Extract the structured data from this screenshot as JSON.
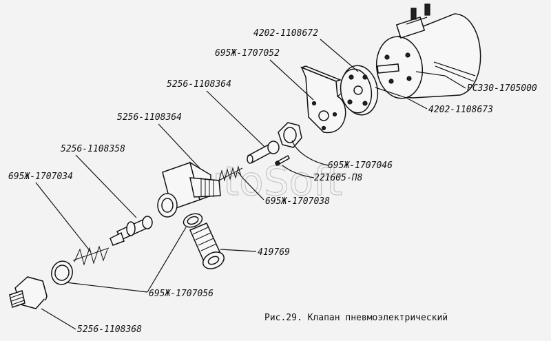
{
  "watermark": "AutoSoft",
  "caption": "Рис.29. Клапан пневмоэлектрический",
  "labels": {
    "l1": "4202-1108672",
    "l2": "695Ж-1707052",
    "l3": "РС330-1705000",
    "l4": "4202-1108673",
    "l5": "5256-1108364",
    "l6": "5256-1108364",
    "l7": "5256-1108358",
    "l8": "695Ж-1707034",
    "l9": "695Ж-1707046",
    "l10": "221605-П8",
    "l11": "695Ж-1707038",
    "l12": "419769",
    "l13": "695Ж-1707056",
    "l14": "5256-1108368"
  }
}
